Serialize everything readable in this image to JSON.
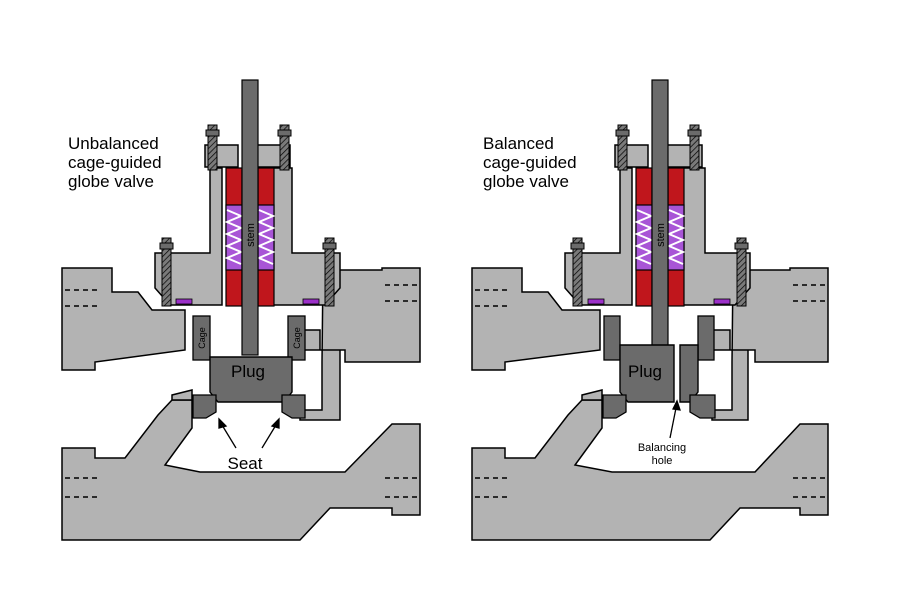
{
  "colors": {
    "body": "#b3b3b3",
    "bonnet": "#b3b3b3",
    "dark_metal": "#6b6b6b",
    "packing_red": "#c0161c",
    "packing_spring": "#a855d6",
    "gasket": "#9b30c8",
    "outline": "#000000"
  },
  "left": {
    "title_lines": [
      "Unbalanced",
      "cage-guided",
      "globe valve"
    ],
    "stem_label": "stem",
    "cage_label": "Cage",
    "plug_label": "Plug",
    "seat_label": "Seat"
  },
  "right": {
    "title_lines": [
      "Balanced",
      "cage-guided",
      "globe valve"
    ],
    "stem_label": "stem",
    "plug_label": "Plug",
    "balancing_lines": [
      "Balancing",
      "hole"
    ]
  }
}
